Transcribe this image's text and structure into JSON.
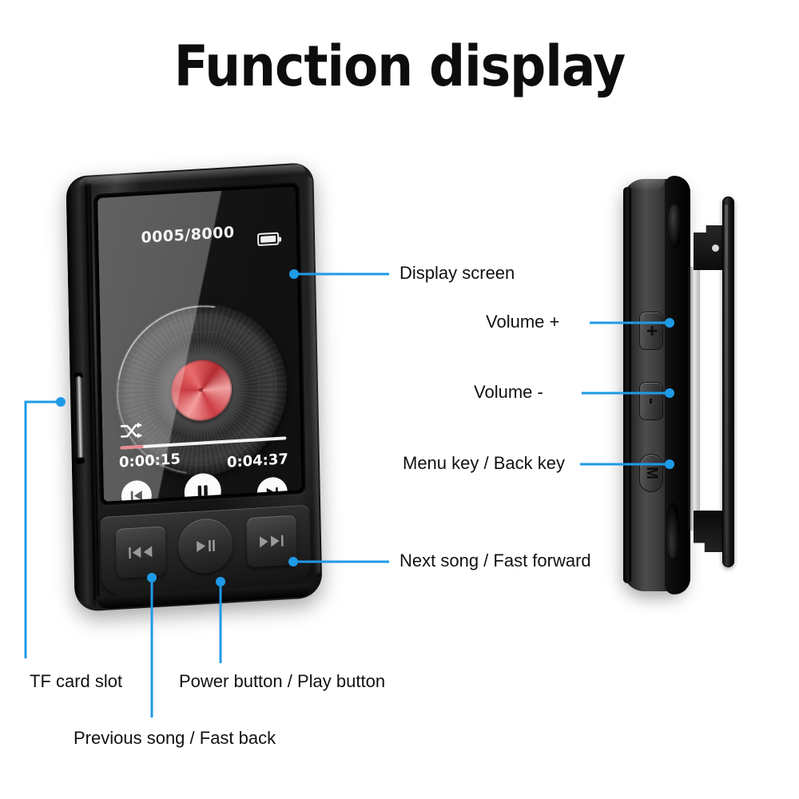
{
  "header": {
    "title": "Function display"
  },
  "theme": {
    "accent": "#1f9ae6",
    "label_color": "#111111",
    "title_color": "#0d0d0d",
    "progress_done": "#e0555f",
    "hub_red": "#cd3b42",
    "body_black": "#1a1a1a",
    "background": "#ffffff"
  },
  "device_front": {
    "screen": {
      "track_counter": "0005/8000",
      "battery_icon": "battery-full-icon",
      "shuffle_icon": "shuffle-icon",
      "album_art_icon": "vinyl-record-icon",
      "progress_percent": 14,
      "time_elapsed": "0:00:15",
      "time_total": "0:04:37",
      "transport": [
        {
          "name": "previous-track",
          "icon": "skip-previous-icon"
        },
        {
          "name": "pause",
          "icon": "pause-icon"
        },
        {
          "name": "next-track",
          "icon": "skip-next-icon"
        }
      ]
    },
    "hardware_buttons": [
      {
        "name": "previous-button",
        "icon": "rewind-icon"
      },
      {
        "name": "play-pause-button",
        "icon": "play-pause-icon"
      },
      {
        "name": "next-button",
        "icon": "fast-forward-icon"
      }
    ],
    "left_flank": {
      "name": "tf-card-slot"
    }
  },
  "device_side": {
    "buttons": [
      {
        "name": "volume-up-button",
        "glyph": "+"
      },
      {
        "name": "volume-down-button",
        "glyph": "-"
      },
      {
        "name": "menu-back-button",
        "glyph": "M"
      }
    ],
    "clip": "back-clip"
  },
  "annotations": [
    {
      "id": "display-screen",
      "label": "Display screen"
    },
    {
      "id": "volume-up",
      "label": "Volume +"
    },
    {
      "id": "volume-down",
      "label": "Volume -"
    },
    {
      "id": "menu-back",
      "label": "Menu key / Back key"
    },
    {
      "id": "next-song",
      "label": "Next song / Fast forward"
    },
    {
      "id": "tf-card-slot",
      "label": "TF card slot"
    },
    {
      "id": "power-play",
      "label": "Power button / Play button"
    },
    {
      "id": "previous-song",
      "label": "Previous song / Fast back"
    }
  ]
}
